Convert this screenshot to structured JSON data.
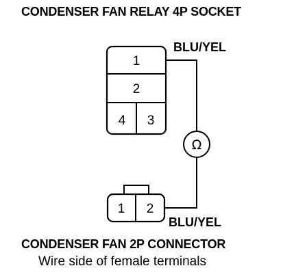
{
  "relay_socket": {
    "title": "CONDENSER FAN RELAY 4P SOCKET",
    "terminals": [
      "1",
      "2",
      "4",
      "3"
    ],
    "wire_label": "BLU/YEL"
  },
  "meter": {
    "symbol": "Ω"
  },
  "fan_connector": {
    "title": "CONDENSER FAN 2P CONNECTOR",
    "subtitle": "Wire side of female terminals",
    "terminals": [
      "1",
      "2"
    ],
    "wire_label": "BLU/YEL"
  }
}
